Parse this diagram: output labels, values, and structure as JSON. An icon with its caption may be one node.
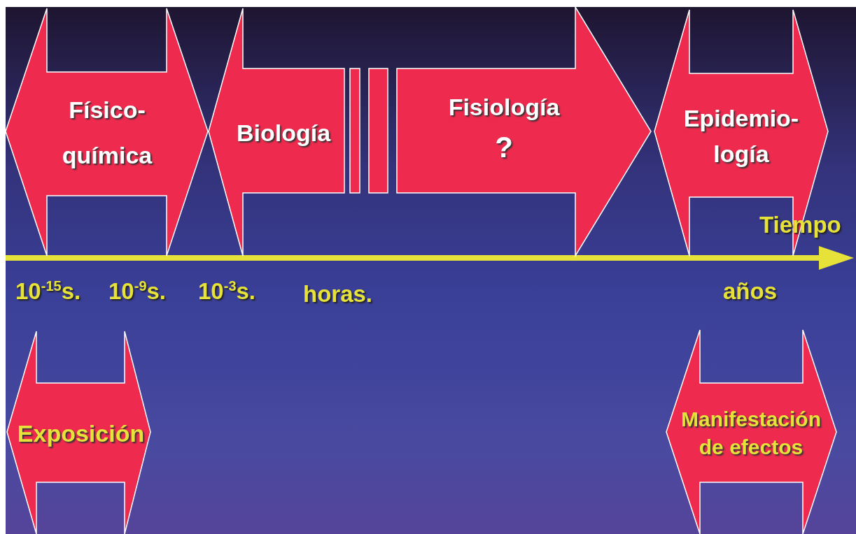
{
  "diagram": {
    "nodes": [
      {
        "text": [
          "Físico- química"
        ]
      },
      {
        "text": [
          "Biología"
        ]
      },
      {
        "text": [],
        "shape": "bar"
      },
      {
        "text": [],
        "shape": "bar"
      },
      {
        "text": [
          "Fisiología",
          "?"
        ]
      },
      {
        "text": [
          "Epidemio- logía"
        ]
      },
      {
        "text": [
          "Exposición"
        ]
      },
      {
        "text": [
          "Manifestación de efectos"
        ]
      }
    ],
    "labels": [
      "Tiempo",
      "10$^{-15}$s.",
      "10$^{-9}$s.",
      "10$^{-3}$s.",
      "horas.",
      "años"
    ]
  }
}
